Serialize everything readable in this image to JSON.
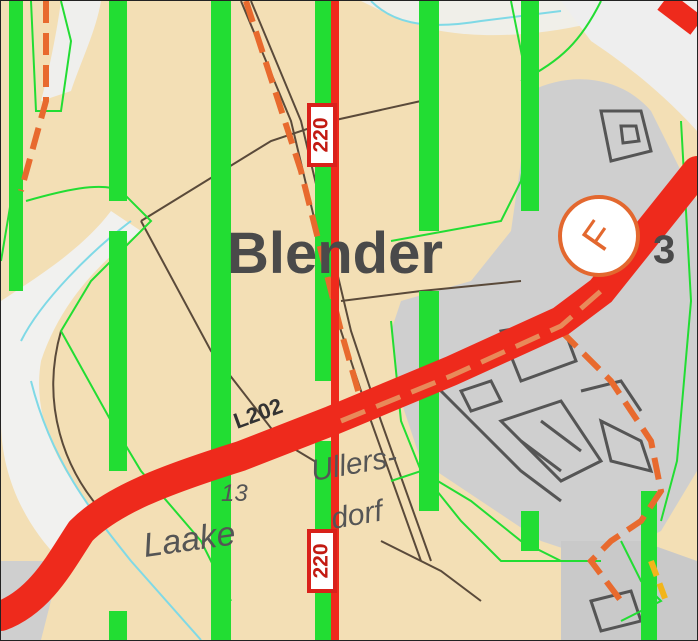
{
  "map": {
    "place_name": "Blender",
    "road_code": "L202",
    "locality_upper": "Ullers-",
    "locality_lower": "dorf",
    "locality_laake": "Laake",
    "number_13": "13",
    "trailing_digit": "3",
    "route_shield_top": "220",
    "route_shield_bottom": "220",
    "ferry_marker": "F",
    "colors": {
      "land": "#f3dfb5",
      "urban": "#cfcfcf",
      "water": "#f5f5f5",
      "route_red": "#ee2a1c",
      "highlight_green": "#22dd33",
      "trail_orange": "#e86a2e",
      "river_cyan": "#7fd9e6"
    }
  }
}
